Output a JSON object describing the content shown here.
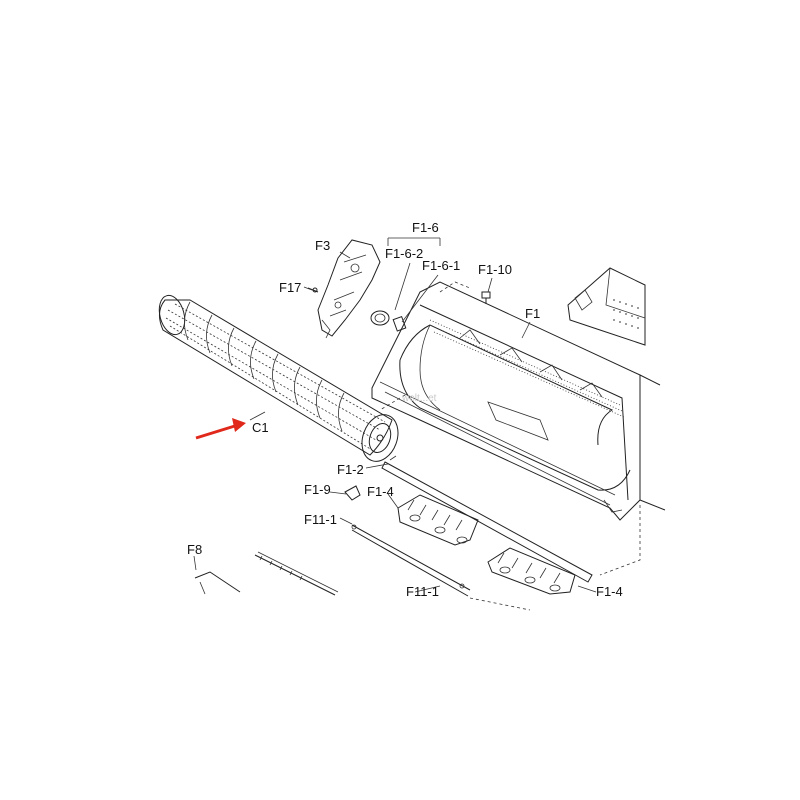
{
  "labels": {
    "f1_6": "F1-6",
    "f3": "F3",
    "f1_6_2": "F1-6-2",
    "f1_6_1": "F1-6-1",
    "f1_10": "F1-10",
    "f17": "F17",
    "f1": "F1",
    "c1": "C1",
    "f1_2": "F1-2",
    "f1_9": "F1-9",
    "f1_4a": "F1-4",
    "f11_1a": "F11-1",
    "f8": "F8",
    "f11_1b": "F11-1",
    "f1_4b": "F1-4"
  },
  "watermark": "welt...et",
  "colors": {
    "arrow": "#e0281b",
    "line": "#222222"
  }
}
